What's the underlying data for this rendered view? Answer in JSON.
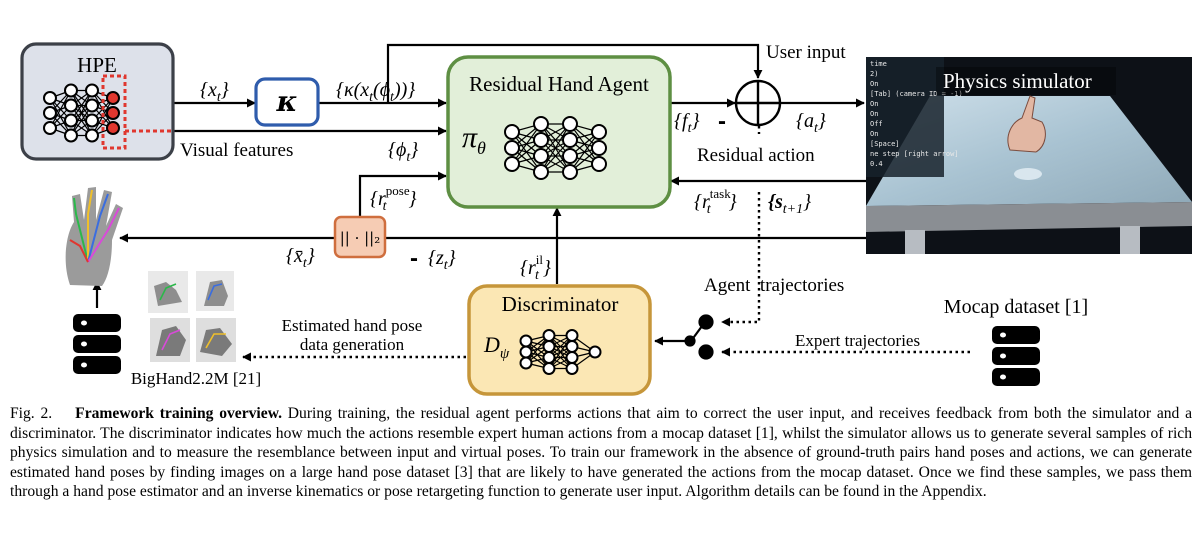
{
  "diagram": {
    "hpe": {
      "title": "HPE"
    },
    "kappa": {
      "symbol": "κ"
    },
    "agent": {
      "title": "Residual Hand Agent",
      "policy": "π",
      "policy_sub": "θ"
    },
    "discriminator": {
      "title": "Discriminator",
      "symbol": "D",
      "symbol_sub": "ψ"
    },
    "norm": {
      "label": "|| · ||₂"
    },
    "simulator": {
      "title": "Physics simulator"
    },
    "labels": {
      "x_t": "{x",
      "x_t_sub": "t",
      "kappa_out": "{κ(x",
      "kappa_out_sub": "t",
      "kappa_out_mid": "(ϕ",
      "kappa_out_end": "))}",
      "visual_features": "Visual features",
      "phi_t": "{ϕ",
      "phi_t_sub": "t",
      "f_t": "{f",
      "f_t_sub": "t",
      "a_t": "{a",
      "a_t_sub": "t",
      "user_input": "User input",
      "residual_action": "Residual action",
      "r_pose": "{r",
      "r_pose_sub": "t",
      "r_pose_sup": "pose",
      "r_task": "{r",
      "r_task_sub": "t",
      "r_task_sup": "task",
      "s_next": "{s",
      "s_next_sub": "t+1",
      "x_bar": "{x̄",
      "x_bar_sub": "t",
      "z_t": "{z",
      "z_t_sub": "t",
      "r_il": "{r",
      "r_il_sub": "t",
      "r_il_sup": "il",
      "minus": "-",
      "close": "}",
      "agent_trajectories": "Agent  trajectories",
      "mocap_dataset": "Mocap dataset [1]",
      "expert_trajectories": "Expert trajectories",
      "est_line1": "Estimated hand pose",
      "est_line2": "data generation",
      "bighand": "BigHand2.2M [21]"
    },
    "sim_panel_lines": [
      "time",
      "2)",
      "On",
      "[Tab] (camera ID = -1)",
      "On",
      "On",
      "Off",
      "On",
      "[Space]",
      "ne step [right arrow]",
      "0.4"
    ]
  },
  "caption": {
    "prefix": "Fig. 2.",
    "bold": "Framework training overview.",
    "text": "During training, the residual agent performs actions that aim to correct the user input, and receives feedback from both the simulator and a discriminator. The discriminator indicates how much the actions resemble expert human actions from a mocap dataset [1], whilst the simulator allows us to generate several samples of rich physics simulation and to measure the resemblance between input and virtual poses. To train our framework in the absence of ground-truth pairs hand poses and actions, we can generate estimated hand poses by finding images on a large hand pose dataset [3] that are likely to have generated the actions from the mocap dataset. Once we find these samples, we pass them through a hand pose estimator and an inverse kinematics or pose retargeting function to generate user input. Algorithm details can be found in the Appendix."
  },
  "colors": {
    "hpe_fill": "#dde1ea",
    "hpe_stroke": "#3c4048",
    "kappa_stroke": "#2f5cac",
    "agent_fill": "#e2efd9",
    "agent_stroke": "#5e8f43",
    "disc_fill": "#fbe7b4",
    "disc_stroke": "#c6963a",
    "norm_fill": "#f6ccb4",
    "norm_stroke": "#cf6e3e",
    "highlight": "#e0372f"
  }
}
